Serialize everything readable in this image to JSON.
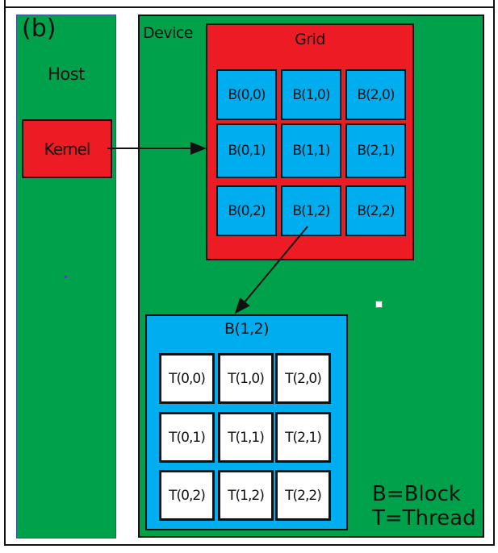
{
  "colors": {
    "panel": "#00a14b",
    "grid": "#ed1c24",
    "block": "#00aeef",
    "thread": "#ffffff"
  },
  "panel_label": "(b)",
  "host": {
    "title": "Host",
    "kernel": "Kernel"
  },
  "device": {
    "title": "Device",
    "grid_title": "Grid",
    "blocks": [
      [
        "B(0,0)",
        "B(1,0)",
        "B(2,0)"
      ],
      [
        "B(0,1)",
        "B(1,1)",
        "B(2,1)"
      ],
      [
        "B(0,2)",
        "B(1,2)",
        "B(2,2)"
      ]
    ],
    "block_detail": {
      "title": "B(1,2)",
      "threads": [
        [
          "T(0,0)",
          "T(1,0)",
          "T(2,0)"
        ],
        [
          "T(0,1)",
          "T(1,1)",
          "T(2,1)"
        ],
        [
          "T(0,2)",
          "T(1,2)",
          "T(2,2)"
        ]
      ]
    }
  },
  "legend": [
    "B=Block",
    "T=Thread"
  ]
}
